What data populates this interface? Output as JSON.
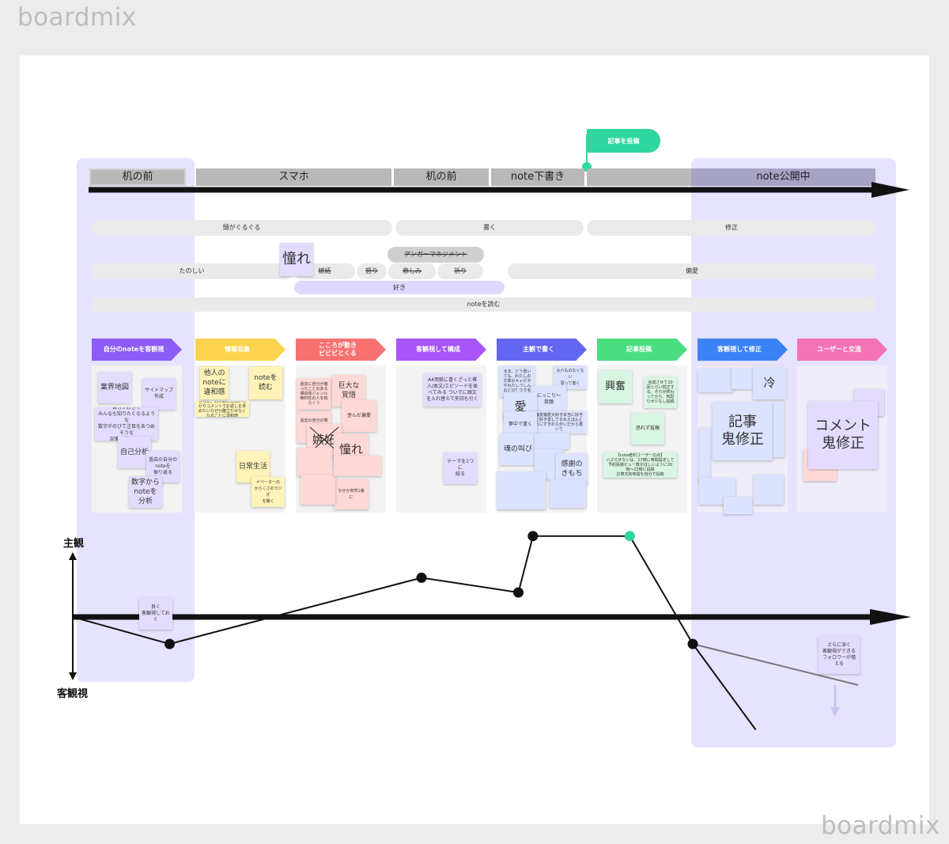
{
  "watermark": "boardmix",
  "flag": {
    "label": "記事を投稿",
    "color": "#2fd6a0"
  },
  "phases": [
    "机の前",
    "スマホ",
    "机の前",
    "note下書き",
    "note公開中"
  ],
  "activity_pills": [
    "頭がぐるぐる",
    "書く",
    "修正"
  ],
  "emotion_pills": {
    "tanoshii": "たのしい",
    "shitto": "嫉妬",
    "ikari": "怒り",
    "kanashimi": "悲しみ",
    "inori": "祈り",
    "anger_mgmt": "アンガーマネジメント",
    "henai": "偏愛",
    "suki": "好き",
    "note_yomu": "noteを読む"
  },
  "big_akogare": "憧れ",
  "steps": [
    {
      "label": "自分のnoteを客観視",
      "color": "#8b5cf6"
    },
    {
      "label": "情報収集",
      "color": "#fcd34d"
    },
    {
      "label": "こころが動き\nビビビとくる",
      "color": "#f87171"
    },
    {
      "label": "客観視して構成",
      "color": "#a855f7"
    },
    {
      "label": "主観で書く",
      "color": "#6366f1"
    },
    {
      "label": "記事投稿",
      "color": "#4ade80"
    },
    {
      "label": "客観視して修正",
      "color": "#3b82f6"
    },
    {
      "label": "ユーザーと交流",
      "color": "#f472b6"
    }
  ],
  "notes": {
    "gyokai": "業界地図",
    "sitemap": "サイトマップ\n作成",
    "jibun_suki": "自分が好きで\nみんなも知りたくなるような\n数字がのびて注目をあつめそうな\n記事を模索する",
    "jiko_bunseki": "自己分析",
    "kako_jibun": "過去の自分の\nnoteを\n振り返る",
    "suji_kara": "数字から\nnoteを\n分析",
    "tanin_note": "他人の\nnoteに\n違和感",
    "note_yomu": "noteを\n読む",
    "sarani": "さらに、わりあたらないっかりコメントでお返しを求めたいなぜか腹立たせなくなることに違和感",
    "nichijo": "日常生活",
    "event": "イベーターの\nからくさのラジオ\nを聴く",
    "kako_shitto": "過去に自分が偏ったことのある構造体ジャンル無料性の人を知らくう",
    "kyodai": "巨大な\n覚悟",
    "kako_kawari": "過去の自分の場合を\n解決",
    "yugai": "歪んだ偏愛",
    "shitto2": "嫉妬",
    "akogare2": "憧れ",
    "nazeka": "なぜか突然1番に",
    "a4": "A4用紙に書くざっと導入/本文/エピソードを並べてみる ついでに頭文を入れ替えて矢印も引く",
    "theme": "テーマを1つに\n絞る",
    "mama": "まま、どう書いても、わたしの文章のキャピタやわたしうしんのどび？ワクを",
    "taiyo": "大六ものなくない\n思って書く",
    "nikkori": "にっこり〜\n笑顔",
    "ai": "愛",
    "hennai": "偏愛偏愛大好き本当に好きだ好き愛してるねえほんとうにすきれながいだから書いて",
    "muchu": "夢中で書く",
    "tamashii": "魂の叫び",
    "kansha": "感謝の\nきもち",
    "kofun": "興奮",
    "kansei": "完成させて20回ぐらい校正する。それが終わってから、気配りせ少なし投稿",
    "osorezu": "恐れず投稿",
    "note_user": "【note者利ユーザーの点】\nバズらせないは、17時に時間設定して予約投稿ビュー数がほしいように20時〜22時に投稿\n計算式的時間を自分で投稿",
    "rei": "冷",
    "kiji": "記事\n鬼修正",
    "comment": "コメント\n鬼修正",
    "yoku": "良く\n客観視しておく",
    "sarani_fukaku": "さらに深く\n客観視ができる\nフォロワーが増える"
  },
  "axis": {
    "subjective": "主観",
    "objective": "客観視"
  },
  "chart_data": {
    "type": "line",
    "title": "",
    "series": [
      {
        "values": [
          [
            0,
            0
          ],
          [
            1,
            -1.1
          ],
          [
            3.6,
            1.6
          ],
          [
            4.6,
            1.0
          ],
          [
            4.75,
            3.3
          ],
          [
            5.75,
            3.3
          ],
          [
            6.4,
            -1.1
          ],
          [
            7.05,
            -4.6
          ]
        ]
      },
      {
        "values": [
          [
            6.4,
            -1.1
          ],
          [
            7.0,
            -2.5
          ]
        ]
      }
    ],
    "highlight_point": [
      5.75,
      3.3
    ],
    "highlight_color": "#2fd6a0"
  }
}
